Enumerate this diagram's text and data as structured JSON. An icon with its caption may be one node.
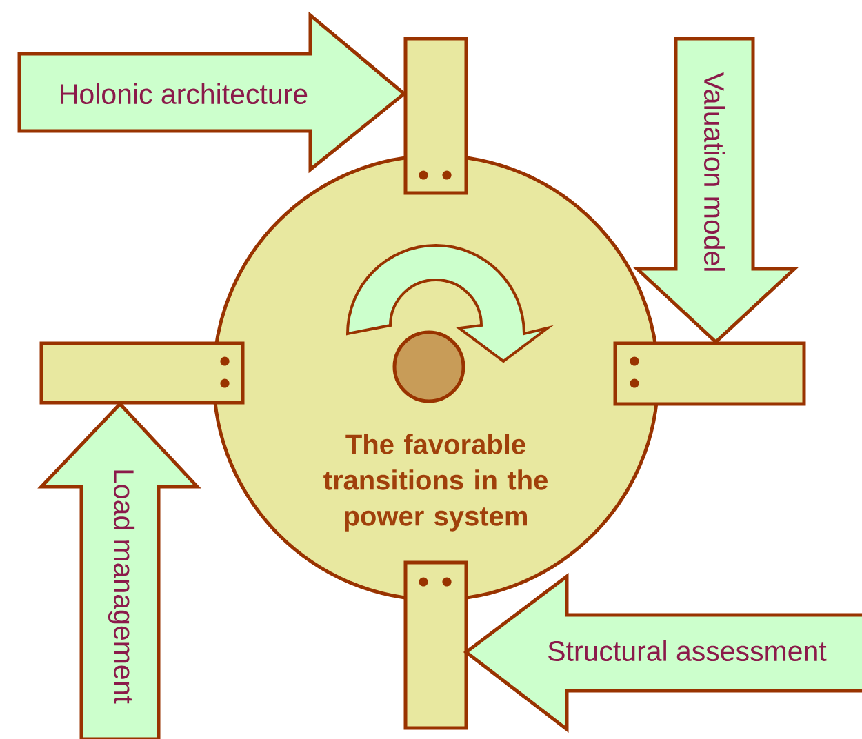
{
  "diagram": {
    "nodes": [
      {
        "text": [
          "The favorable transitions in the power system"
        ]
      },
      {
        "text": [],
        "shape": "box"
      },
      {
        "text": [],
        "shape": "box"
      },
      {
        "text": [],
        "shape": "box"
      },
      {
        "text": [],
        "shape": "box"
      },
      {
        "text": [],
        "shape": "arrow",
        "in": 0
      },
      {
        "text": [],
        "shape": "circle",
        "in": 0
      },
      {
        "text": [
          "Holonic architecture"
        ]
      },
      {
        "text": [
          "Valuation model"
        ]
      },
      {
        "text": [
          "Load management"
        ]
      },
      {
        "text": [
          "Structural assessment"
        ]
      }
    ]
  }
}
